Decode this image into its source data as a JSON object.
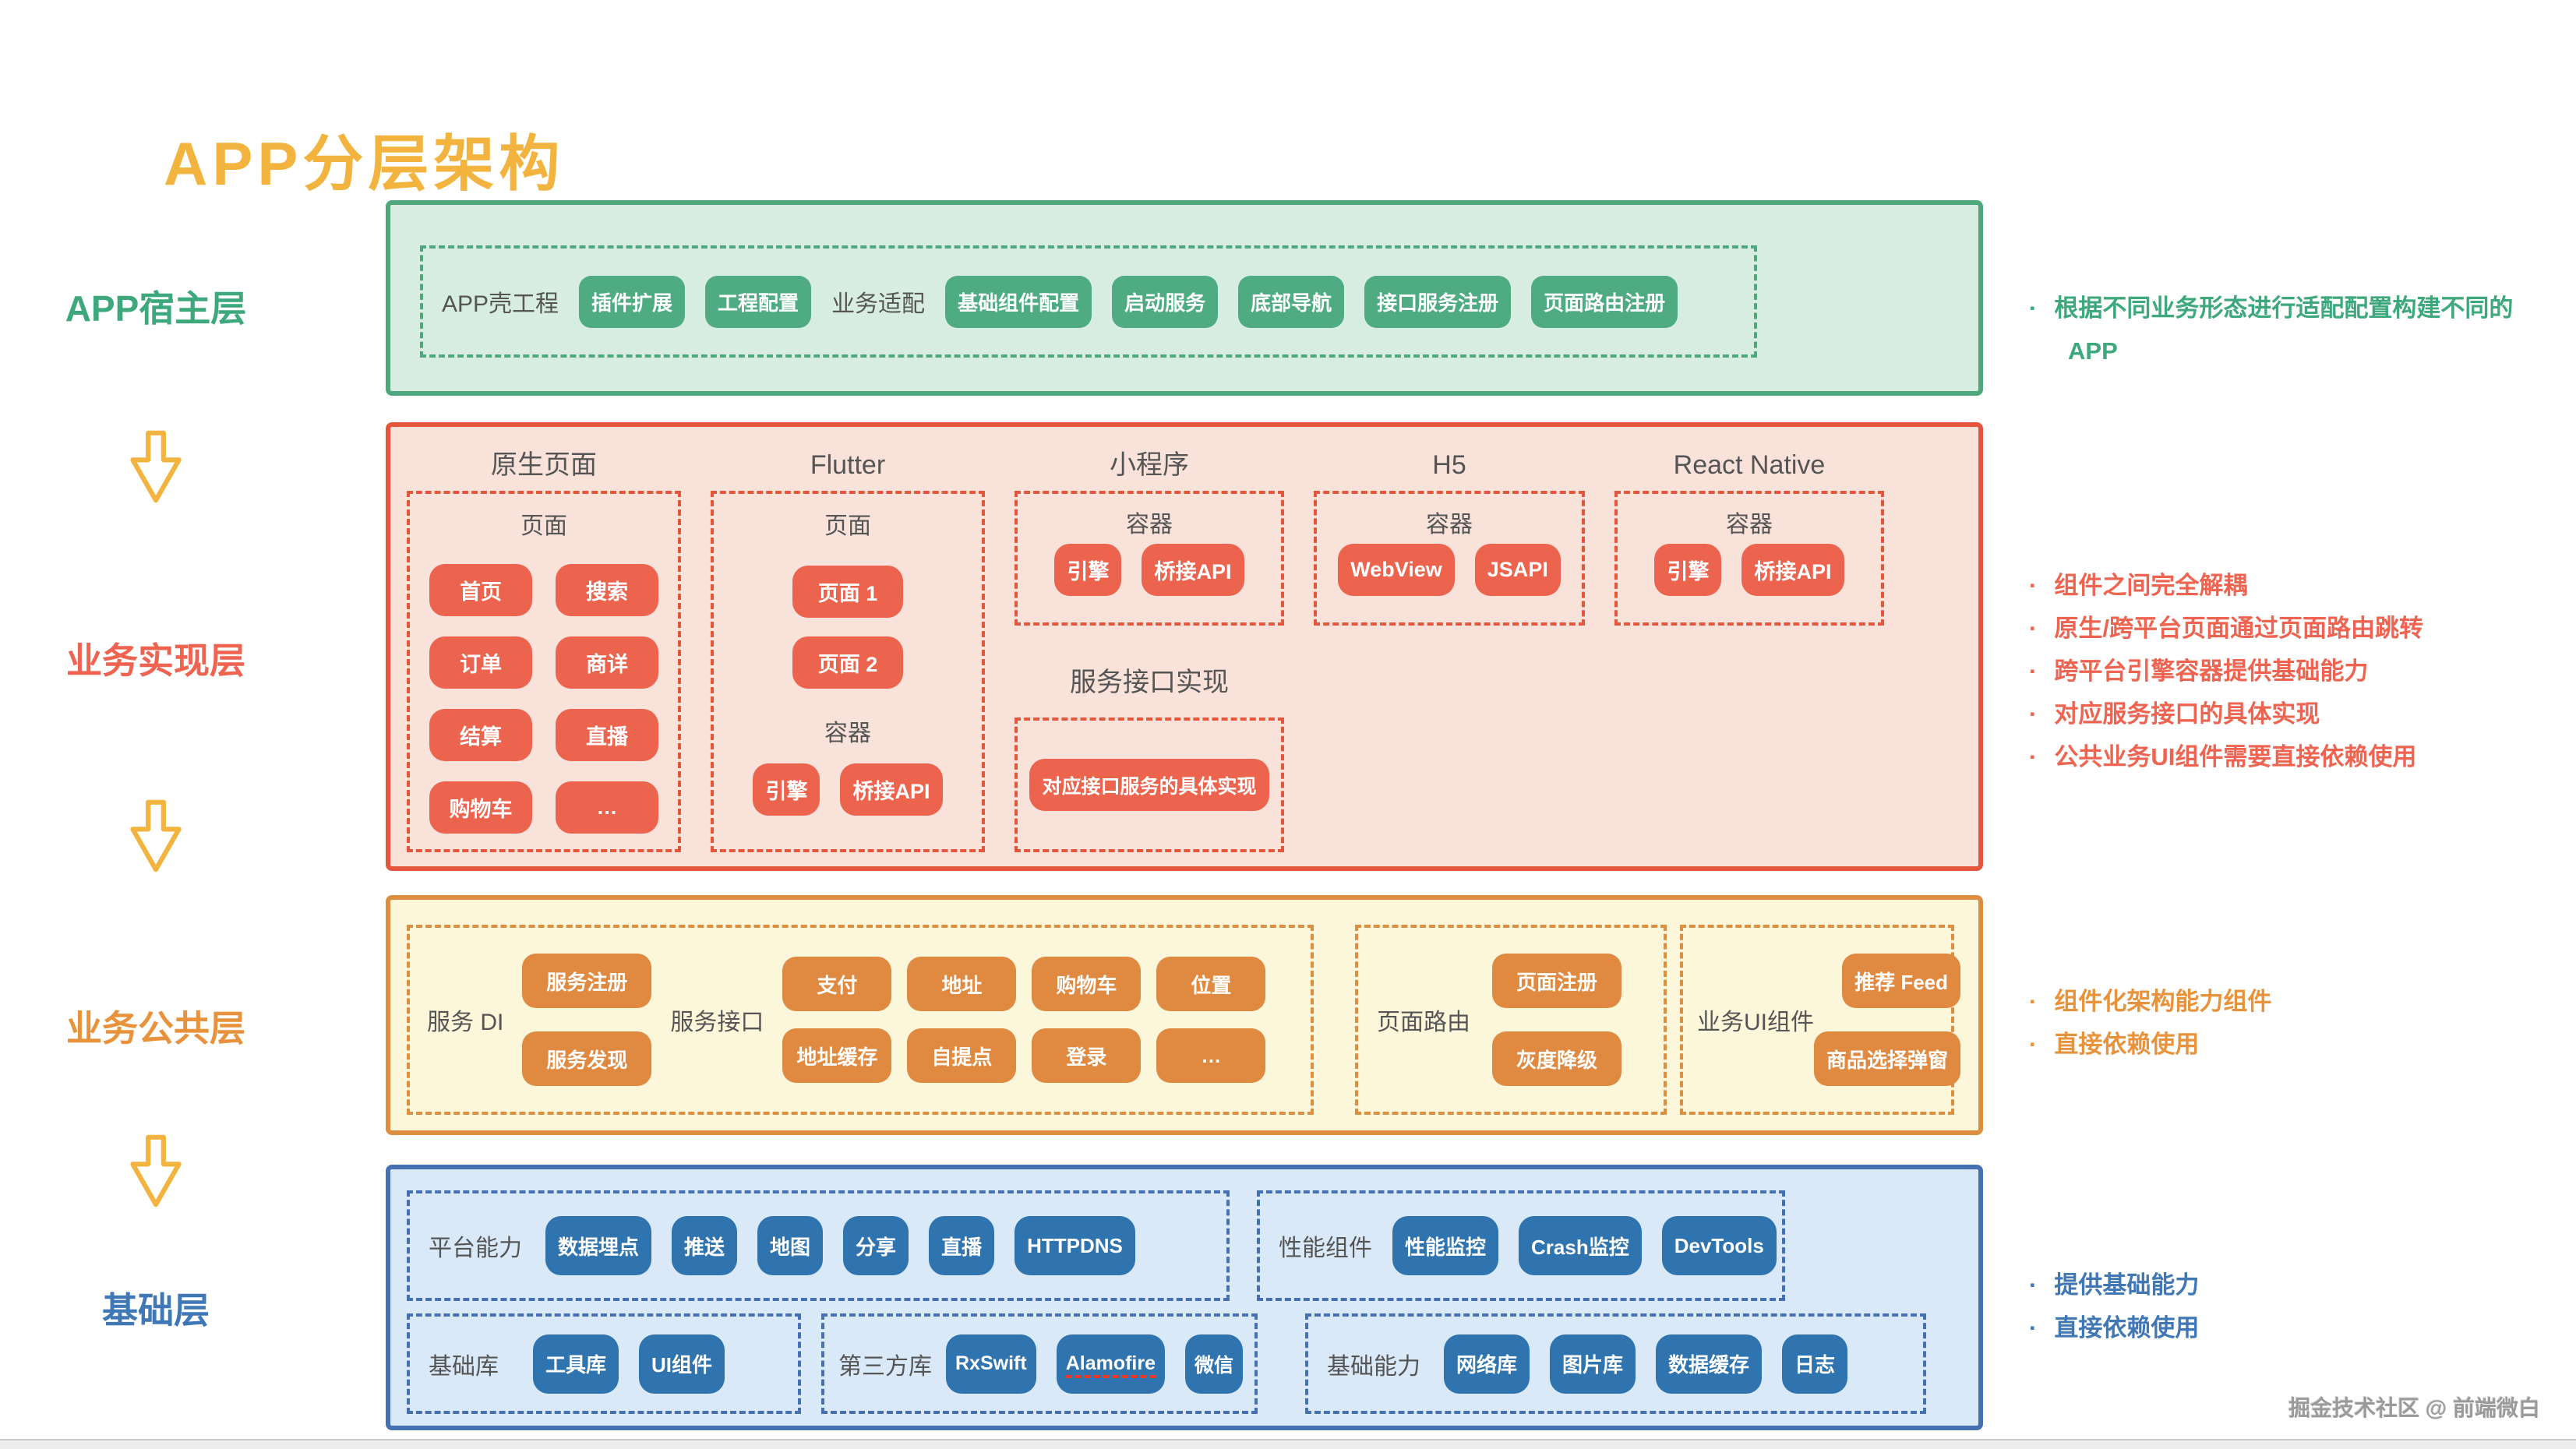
{
  "title": "APP分层架构",
  "watermark": "掘金技术社区 @ 前端微白",
  "colors": {
    "gold": "#F3B43F",
    "green": "#3CA87C",
    "green_fill": "#4FAC82",
    "green_bg": "#D8EDE2",
    "green_border": "#4FA87D",
    "red": "#EE6450",
    "red_fill": "#EC644E",
    "red_bg": "#F9E2DA",
    "red_border": "#E4573D",
    "orange": "#E8923C",
    "orange_fill": "#E08A41",
    "orange_bg": "#FCF6DB",
    "orange_border": "#DD8F3F",
    "blue": "#4078B6",
    "blue_fill": "#2F73AF",
    "blue_bg": "#DAE9F8",
    "blue_border": "#4571B3",
    "label_gray": "#555555"
  },
  "layers": {
    "host": {
      "label": "APP宿主层"
    },
    "impl": {
      "label": "业务实现层"
    },
    "common": {
      "label": "业务公共层"
    },
    "base": {
      "label": "基础层"
    }
  },
  "notes": {
    "host": [
      "根据不同业务形态进行适配配置构建不同的APP"
    ],
    "impl": [
      "组件之间完全解耦",
      "原生/跨平台页面通过页面路由跳转",
      "跨平台引擎容器提供基础能力",
      "对应服务接口的具体实现",
      "公共业务UI组件需要直接依赖使用"
    ],
    "common": [
      "组件化架构能力组件",
      "直接依赖使用"
    ],
    "base": [
      "提供基础能力",
      "直接依赖使用"
    ]
  },
  "host_band": {
    "shell_label": "APP壳工程",
    "shell_chips": [
      "插件扩展",
      "工程配置"
    ],
    "adapt_label": "业务适配",
    "adapt_chips": [
      "基础组件配置",
      "启动服务",
      "底部导航",
      "接口服务注册",
      "页面路由注册"
    ]
  },
  "impl_band": {
    "headers": {
      "native": "原生页面",
      "flutter": "Flutter",
      "mini": "小程序",
      "h5": "H5",
      "rn": "React Native"
    },
    "native_box_label": "页面",
    "native_chips": [
      "首页",
      "搜索",
      "订单",
      "商详",
      "结算",
      "直播",
      "购物车",
      "…"
    ],
    "flutter_page_label": "页面",
    "flutter_page_chips": [
      "页面 1",
      "页面 2"
    ],
    "flutter_container_label": "容器",
    "flutter_container_chips": [
      "引擎",
      "桥接API"
    ],
    "mini_container_label": "容器",
    "mini_chips": [
      "引擎",
      "桥接API"
    ],
    "h5_container_label": "容器",
    "h5_chips": [
      "WebView",
      "JSAPI"
    ],
    "rn_container_label": "容器",
    "rn_chips": [
      "引擎",
      "桥接API"
    ],
    "service_title": "服务接口实现",
    "service_chips": [
      "对应接口服务的具体实现"
    ]
  },
  "common_band": {
    "di_label": "服务 DI",
    "di_chips": [
      "服务注册",
      "服务发现"
    ],
    "api_label": "服务接口",
    "api_chips": [
      "支付",
      "地址",
      "购物车",
      "位置",
      "地址缓存",
      "自提点",
      "登录",
      "…"
    ],
    "router_label": "页面路由",
    "router_chips": [
      "页面注册",
      "灰度降级"
    ],
    "ui_label": "业务UI组件",
    "ui_chips": [
      "推荐 Feed",
      "商品选择弹窗"
    ]
  },
  "base_band": {
    "platform_label": "平台能力",
    "platform_chips": [
      "数据埋点",
      "推送",
      "地图",
      "分享",
      "直播",
      "HTTPDNS"
    ],
    "perf_label": "性能组件",
    "perf_chips": [
      "性能监控",
      "Crash监控",
      "DevTools"
    ],
    "lib_label": "基础库",
    "lib_chips": [
      "工具库",
      "UI组件"
    ],
    "third_label": "第三方库",
    "third_chips": [
      "RxSwift",
      {
        "label": "Alamofire",
        "class": "misspelled"
      },
      "微信"
    ],
    "ability_label": "基础能力",
    "ability_chips": [
      "网络库",
      "图片库",
      "数据缓存",
      "日志"
    ]
  }
}
